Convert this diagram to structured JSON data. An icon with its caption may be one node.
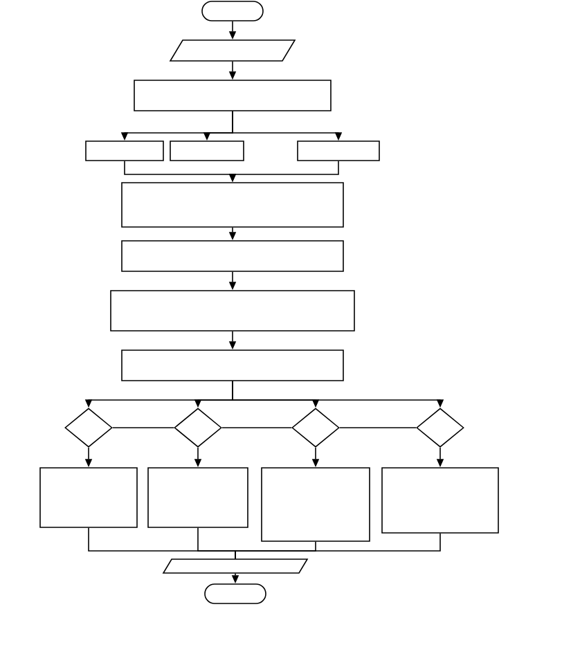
{
  "diagram": {
    "nodes": [
      {
        "text": [],
        "shape": "pill"
      },
      {
        "text": [],
        "shape": "parallelogram"
      },
      {
        "text": [],
        "shape": "box"
      },
      {
        "text": [],
        "shape": "box"
      },
      {
        "text": [],
        "shape": "box"
      },
      {
        "text": [],
        "shape": "box"
      },
      {
        "text": [],
        "shape": "box"
      },
      {
        "text": [],
        "shape": "box"
      },
      {
        "text": [],
        "shape": "box"
      },
      {
        "text": [],
        "shape": "box"
      },
      {
        "text": [],
        "shape": "diamond"
      },
      {
        "text": [],
        "shape": "diamond"
      },
      {
        "text": [],
        "shape": "diamond"
      },
      {
        "text": [],
        "shape": "diamond"
      },
      {
        "text": [],
        "shape": "box"
      },
      {
        "text": [],
        "shape": "box"
      },
      {
        "text": [],
        "shape": "box"
      },
      {
        "text": [],
        "shape": "box"
      },
      {
        "text": [],
        "shape": "parallelogram"
      },
      {
        "text": [],
        "shape": "pill"
      }
    ],
    "edges": [
      {
        "from": 0,
        "to": 1,
        "arrow": "to"
      },
      {
        "from": 1,
        "to": 2,
        "arrow": "to"
      },
      {
        "from": 2,
        "to": 3,
        "arrow": "to"
      },
      {
        "from": 2,
        "to": 4,
        "arrow": "to"
      },
      {
        "from": 2,
        "to": 5,
        "arrow": "to"
      },
      {
        "from": 3,
        "to": 6,
        "arrow": "to"
      },
      {
        "from": 5,
        "to": 6,
        "arrow": "to"
      },
      {
        "from": 6,
        "to": 7,
        "arrow": "to"
      },
      {
        "from": 7,
        "to": 8,
        "arrow": "to"
      },
      {
        "from": 8,
        "to": 9,
        "arrow": "to"
      },
      {
        "from": 9,
        "to": 10,
        "arrow": "to"
      },
      {
        "from": 9,
        "to": 11,
        "arrow": "to"
      },
      {
        "from": 9,
        "to": 12,
        "arrow": "to"
      },
      {
        "from": 9,
        "to": 13,
        "arrow": "to"
      },
      {
        "from": 10,
        "to": 11,
        "arrow": "none"
      },
      {
        "from": 11,
        "to": 12,
        "arrow": "none"
      },
      {
        "from": 12,
        "to": 13,
        "arrow": "none"
      },
      {
        "from": 10,
        "to": 14,
        "arrow": "to"
      },
      {
        "from": 11,
        "to": 15,
        "arrow": "to"
      },
      {
        "from": 12,
        "to": 16,
        "arrow": "to"
      },
      {
        "from": 13,
        "to": 17,
        "arrow": "to"
      },
      {
        "from": 14,
        "to": 18,
        "arrow": "none"
      },
      {
        "from": 15,
        "to": 18,
        "arrow": "none"
      },
      {
        "from": 16,
        "to": 18,
        "arrow": "none"
      },
      {
        "from": 17,
        "to": 18,
        "arrow": "none"
      },
      {
        "from": 18,
        "to": 19,
        "arrow": "to"
      }
    ]
  }
}
